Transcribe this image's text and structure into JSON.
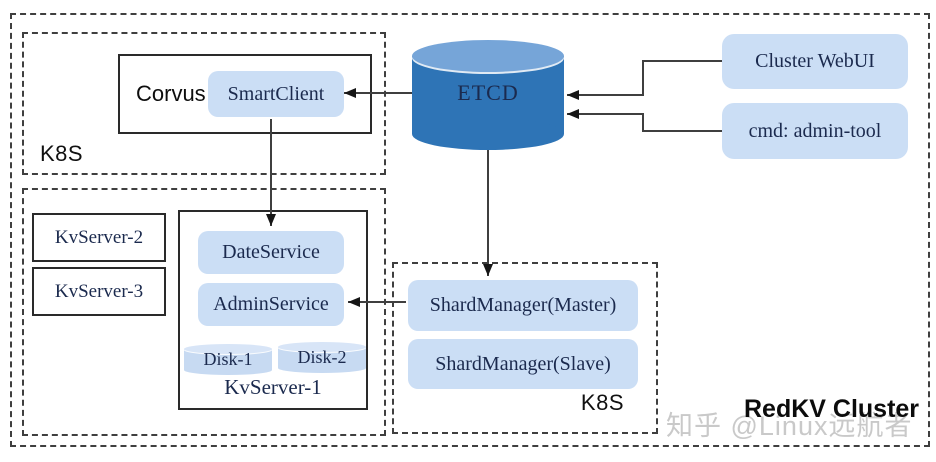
{
  "colors": {
    "box-fill": "#cbdef5",
    "box-text": "#1b2a4e",
    "cyl-body": "#2e74b6",
    "cyl-top": "#76a5d8",
    "disk-fill": "#c7daf2",
    "disk-top": "#d8e5f7",
    "line": "#3f3f3f",
    "arrow": "#161616",
    "watermark": "#c9c9c9"
  },
  "groups": {
    "k8s_client": {
      "label": "K8S",
      "corvus": {
        "label": "Corvus",
        "smart_client": {
          "label": "SmartClient"
        }
      }
    },
    "etcd": {
      "label": "ETCD"
    },
    "tools": {
      "cluster_webui": {
        "label": "Cluster WebUI"
      },
      "admin_tool": {
        "label": "cmd: admin-tool"
      }
    },
    "k8s_kvservers": {
      "kvserver2": {
        "label": "KvServer-2"
      },
      "kvserver3": {
        "label": "KvServer-3"
      },
      "kvserver1": {
        "label": "KvServer-1",
        "date_service": {
          "label": "DateService"
        },
        "admin_service": {
          "label": "AdminService"
        },
        "disk1": {
          "label": "Disk-1"
        },
        "disk2": {
          "label": "Disk-2"
        }
      }
    },
    "k8s_shard": {
      "label": "K8S",
      "shard_master": {
        "label": "ShardManager(Master)"
      },
      "shard_slave": {
        "label": "ShardManager(Slave)"
      }
    }
  },
  "edges": [
    {
      "from": "ETCD",
      "to": "SmartClient"
    },
    {
      "from": "SmartClient",
      "to": "DateService"
    },
    {
      "from": "ETCD",
      "to": "ShardManager(Master)"
    },
    {
      "from": "ShardManager(Master)",
      "to": "AdminService"
    },
    {
      "from": "Cluster WebUI",
      "to": "ETCD"
    },
    {
      "from": "cmd: admin-tool",
      "to": "ETCD"
    }
  ],
  "watermark": {
    "text": "知乎 @Linux远航者"
  },
  "title": {
    "text": "RedKV Cluster"
  }
}
